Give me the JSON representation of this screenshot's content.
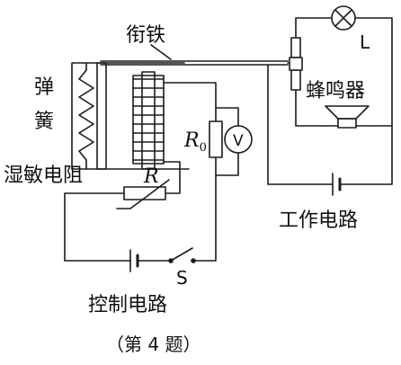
{
  "labels": {
    "armature": "衔铁",
    "spring_line1": "弹",
    "spring_line2": "簧",
    "humidity_resistor": "湿敏电阻",
    "resistor_r": "R",
    "resistor_r0_main": "R",
    "resistor_r0_sub": "0",
    "voltmeter": "V",
    "lamp": "L",
    "buzzer": "蜂鸣器",
    "switch": "S",
    "working_circuit": "工作电路",
    "control_circuit": "控制电路",
    "caption": "（第 4 题）"
  },
  "colors": {
    "line": "#1a1a1a",
    "background": "#ffffff"
  }
}
